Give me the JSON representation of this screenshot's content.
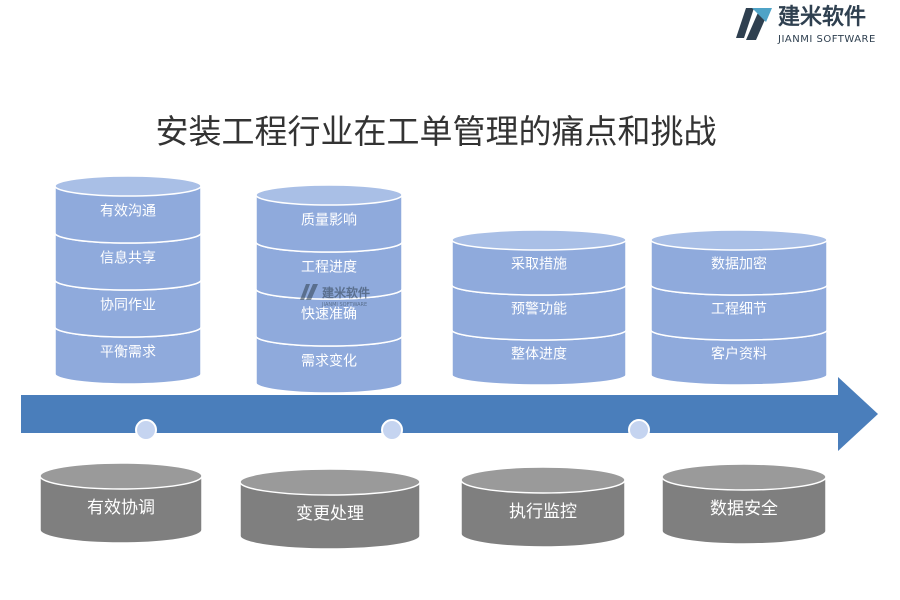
{
  "logo": {
    "brand_cn": "建米软件",
    "brand_en": "JIANMI SOFTWARE",
    "watermark_cn": "建米软件",
    "watermark_en": "JIANMI SOFTWARE"
  },
  "title": "安装工程行业在工单管理的痛点和挑战",
  "colors": {
    "cylinder_fill": "#8FAADC",
    "cylinder_top": "#A9BFE6",
    "cylinder_stroke": "#FFFFFF",
    "arrow": "#4A7EBB",
    "dot": "#C5D4F0",
    "base_fill": "#7F7F7F",
    "base_top": "#9A9A9A",
    "title": "#333333",
    "logo_dark": "#2F4050"
  },
  "columns": [
    {
      "items": [
        "有效沟通",
        "信息共享",
        "协同作业",
        "平衡需求"
      ],
      "base": "有效协调"
    },
    {
      "items": [
        "质量影响",
        "工程进度",
        "快速准确",
        "需求变化"
      ],
      "base": "变更处理"
    },
    {
      "items": [
        "采取措施",
        "预警功能",
        "整体进度"
      ],
      "base": "执行监控"
    },
    {
      "items": [
        "数据加密",
        "工程细节",
        "客户资料"
      ],
      "base": "数据安全"
    }
  ]
}
